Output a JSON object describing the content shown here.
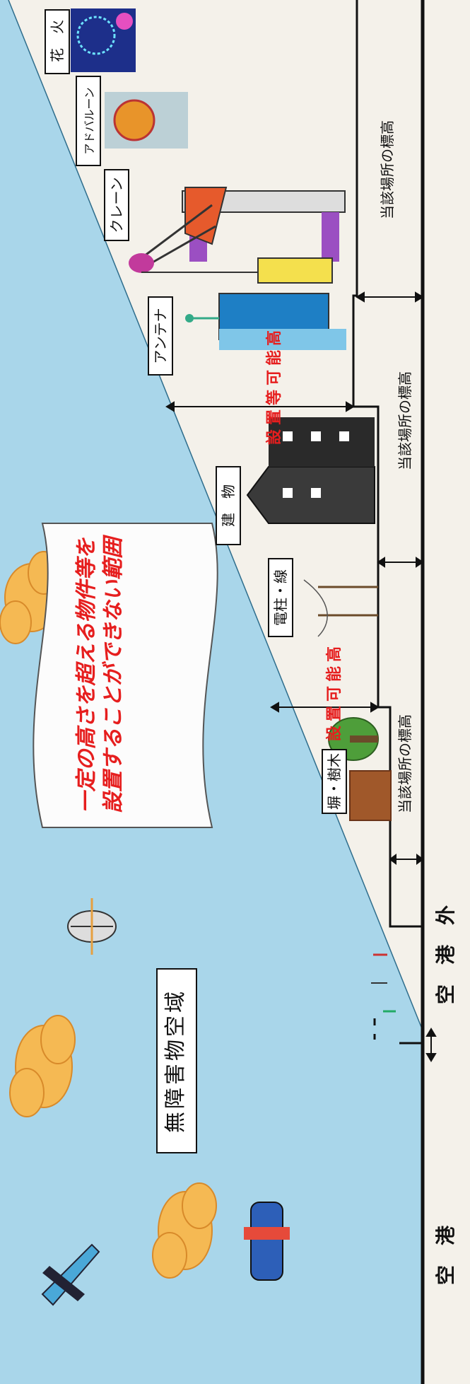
{
  "zone_label": "無障害物空域",
  "banner": {
    "line1": "一定の高さを超える物件等を",
    "line2": "設置することができない範囲"
  },
  "objects": {
    "fireworks": "花　火",
    "ad_balloon": "アドバルーン",
    "crane": "クレーン",
    "antenna": "アンテナ",
    "building": "建　物",
    "pole_wire": "電柱・線",
    "fence_tree": "塀・樹木"
  },
  "measures": {
    "height_allowed": "設置可能高",
    "height_allowed_etc": "設置等可能高"
  },
  "elevation_labels": [
    "当該場所の標高",
    "当該場所の標高",
    "当該場所の標高"
  ],
  "ground": {
    "inside": "空　港",
    "outside": "空　港　外"
  },
  "colors": {
    "sky": "#a9d6ea",
    "ground_line": "#111111",
    "banner_text": "#e61e1e",
    "cloud": "#f5b953"
  }
}
